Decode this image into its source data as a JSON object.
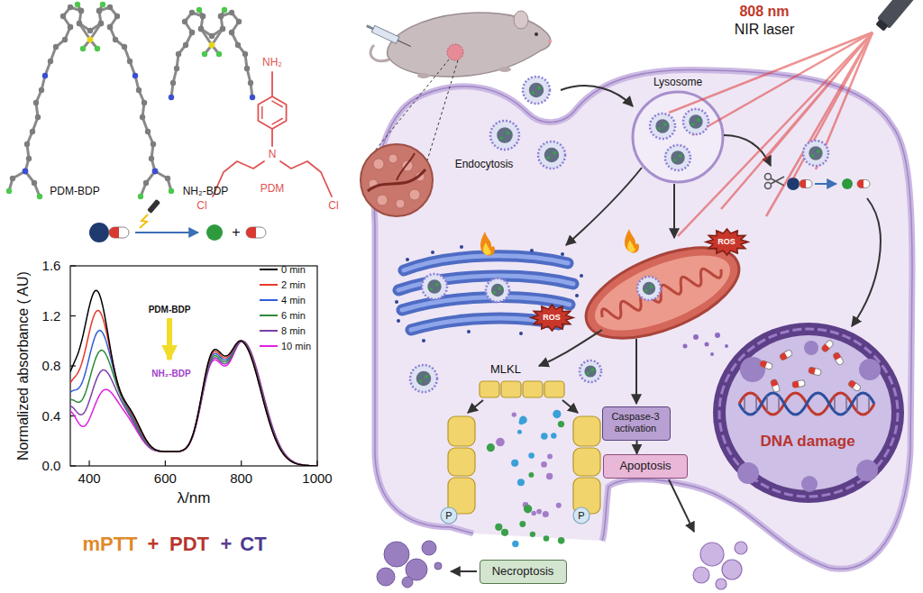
{
  "diagram": {
    "nodes": [
      {
        "text": [
          "ROS"
        ]
      },
      {
        "text": [
          "ROS"
        ]
      },
      {
        "text": [
          "Caspase-3 activation"
        ]
      },
      {
        "text": [
          "Apoptosis"
        ]
      },
      {
        "text": [
          "Necroptosis"
        ]
      }
    ],
    "edges": [
      {
        "from": 2,
        "to": 3,
        "arrow": "to"
      }
    ],
    "labels": [
      "PDM-BDP",
      "NH₂-BDP",
      "NH₂",
      "N",
      "Cl",
      "Cl",
      "PDM",
      "+",
      "1.6",
      "1.2",
      "0.8",
      "0.4",
      "0.0",
      "Normalized absorbance ( AU)",
      "400",
      "600",
      "800",
      "1000",
      "λ/nm",
      "PDM-BDP",
      "NH₂-BDP",
      "mPTT",
      "+",
      "PDT",
      "+",
      "CT",
      "808 nm",
      "NIR laser",
      "Lysosome",
      "Endocytosis",
      "MLKL",
      "P",
      "P",
      "DNA damage"
    ],
    "legend": [
      {
        "text": "0 min",
        "color": "#000000"
      },
      {
        "text": "2 min",
        "color": "#e8392b"
      },
      {
        "text": "4 min",
        "color": "#2f5fd6"
      },
      {
        "text": "6 min",
        "color": "#2e8b3a"
      },
      {
        "text": "8 min",
        "color": "#7b3fa8"
      },
      {
        "text": "10 min",
        "color": "#e020e0"
      }
    ]
  }
}
